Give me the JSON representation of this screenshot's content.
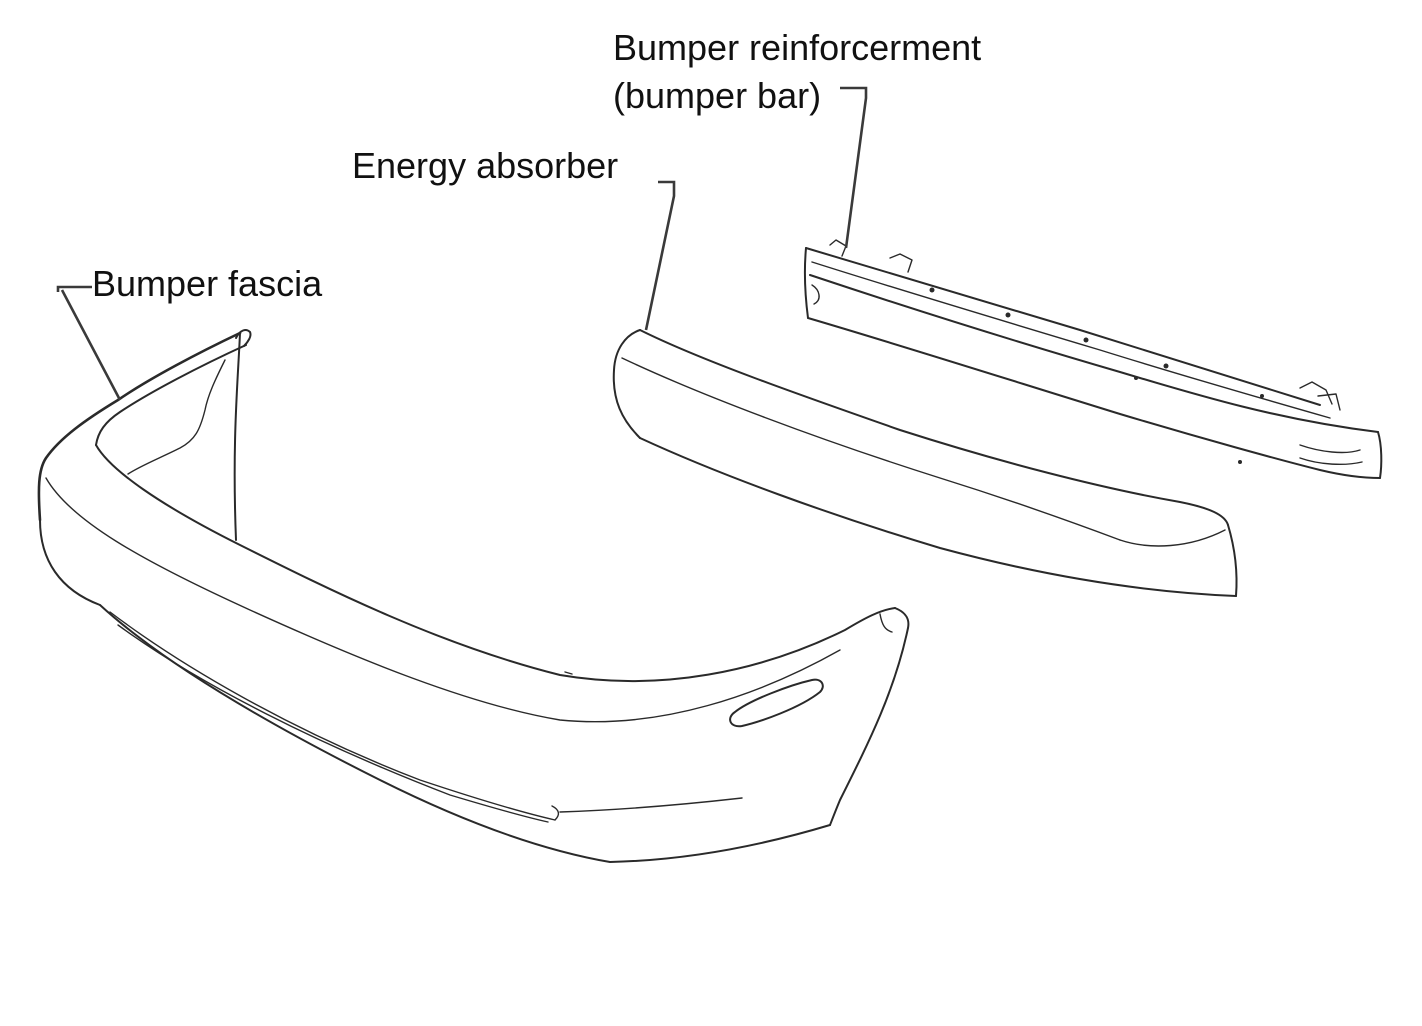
{
  "labels": {
    "bumper_fascia": "Bumper fascia",
    "energy_absorber": "Energy absorber",
    "bumper_reinforcement": {
      "line1": "Bumper reinforcerment",
      "line2": "(bumper bar)"
    }
  },
  "colors": {
    "background": "#ffffff",
    "line": "#2a2a2a",
    "text": "#111111"
  }
}
